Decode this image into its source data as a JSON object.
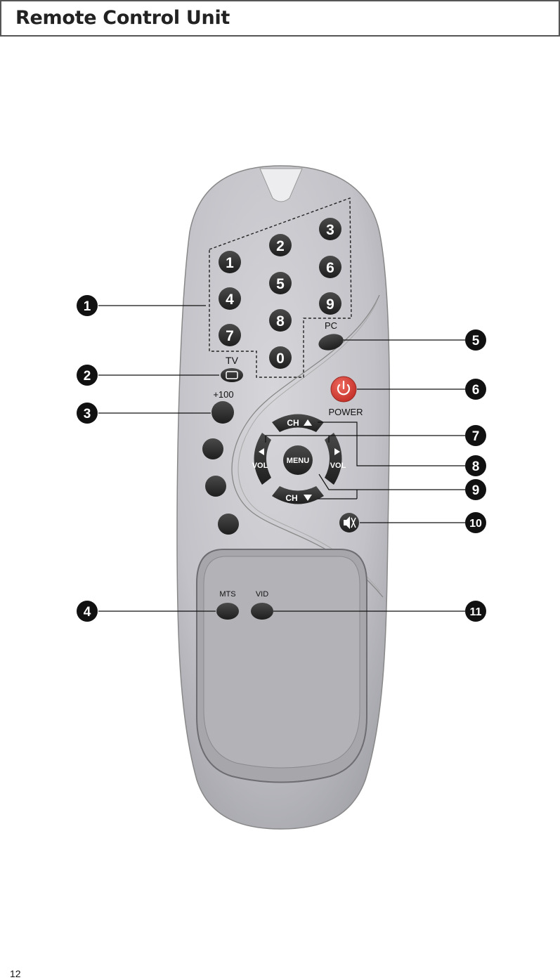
{
  "header": {
    "title": "Remote Control Unit"
  },
  "page": {
    "number": "12"
  },
  "remote": {
    "digits": [
      "1",
      "2",
      "3",
      "4",
      "5",
      "6",
      "7",
      "8",
      "9",
      "0"
    ],
    "pc_label": "PC",
    "tv_label": "TV",
    "plus100_label": "+100",
    "power_label": "POWER",
    "ch_up_label": "CH",
    "ch_down_label": "CH",
    "vol_left_label": "VOL",
    "vol_right_label": "VOL",
    "menu_label": "MENU",
    "mts_label": "MTS",
    "vid_label": "VID"
  },
  "callouts": [
    "1",
    "2",
    "3",
    "4",
    "5",
    "6",
    "7",
    "8",
    "9",
    "10",
    "11"
  ],
  "colors": {
    "body": "#b9b9bf",
    "body_light": "#cfcfd4",
    "button_dark": "#2b2b2b",
    "power": "#d63a33"
  }
}
